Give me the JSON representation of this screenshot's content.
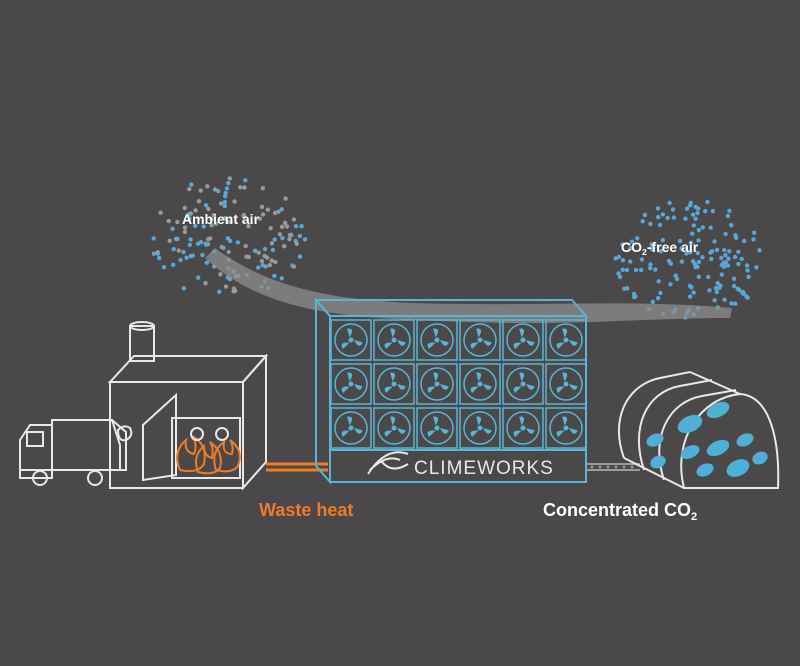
{
  "diagram": {
    "labels": {
      "ambient_air": "Ambient air",
      "co2_free_prefix": "CO",
      "co2_free_sub": "2",
      "co2_free_suffix": "-free air",
      "waste_heat": "Waste heat",
      "concentrated_prefix": "Concentrated CO",
      "concentrated_sub": "2",
      "brand": "CLIMEWORKS"
    },
    "colors": {
      "background": "#4a4849",
      "collector_outline": "#5ab4d6",
      "outline_white": "#e8e8e8",
      "heat_orange": "#ef7b28",
      "dot_blue": "#5aa6d6",
      "dot_grey": "#9a9a9a",
      "airflow": "#8e8e8e",
      "vegetable_blue": "#4fb0d6"
    },
    "icons": [
      "incinerator-icon",
      "garbage-truck-icon",
      "flame-icon",
      "fan-icon",
      "greenhouse-icon",
      "eggplant-icon"
    ],
    "fan_grid": {
      "rows": 3,
      "cols": 6
    }
  }
}
